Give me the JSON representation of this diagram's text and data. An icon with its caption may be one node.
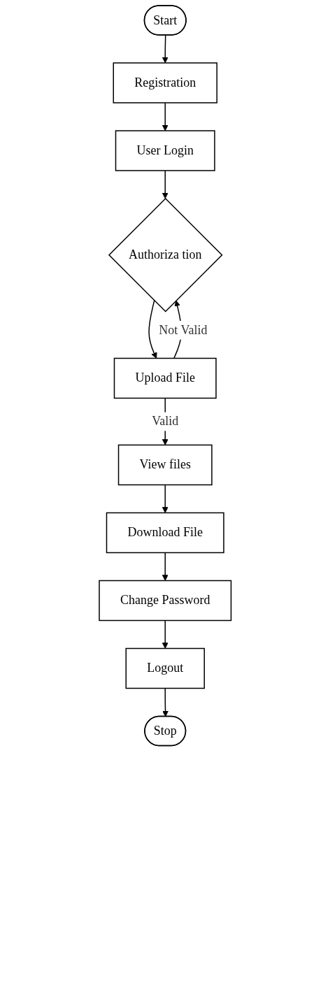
{
  "diagram": {
    "nodes": [
      {
        "text": [
          "Start"
        ]
      },
      {
        "text": [
          "Registration"
        ]
      },
      {
        "text": [
          "User Login"
        ]
      },
      {
        "text": [
          "Authoriza tion"
        ]
      },
      {
        "text": [
          "Upload File"
        ]
      },
      {
        "text": [
          "View files"
        ]
      },
      {
        "text": [
          "Download File"
        ]
      },
      {
        "text": [
          "Change Password"
        ]
      },
      {
        "text": [
          "Logout"
        ]
      },
      {
        "text": [
          "Stop"
        ]
      }
    ],
    "edges": [
      {
        "from": 0,
        "to": 1,
        "arrow": "to"
      },
      {
        "from": 1,
        "to": 2,
        "arrow": "to"
      },
      {
        "from": 2,
        "to": 3,
        "arrow": "to"
      },
      {
        "from": 3,
        "to": 4,
        "arrow": "to"
      },
      {
        "from": 4,
        "to": 3,
        "arrow": "to",
        "label": "Not Valid"
      },
      {
        "from": 4,
        "to": 5,
        "arrow": "to",
        "label": "Valid"
      },
      {
        "from": 5,
        "to": 6,
        "arrow": "to"
      },
      {
        "from": 6,
        "to": 7,
        "arrow": "to"
      },
      {
        "from": 7,
        "to": 8,
        "arrow": "to"
      },
      {
        "from": 8,
        "to": 9,
        "arrow": "to"
      }
    ]
  }
}
